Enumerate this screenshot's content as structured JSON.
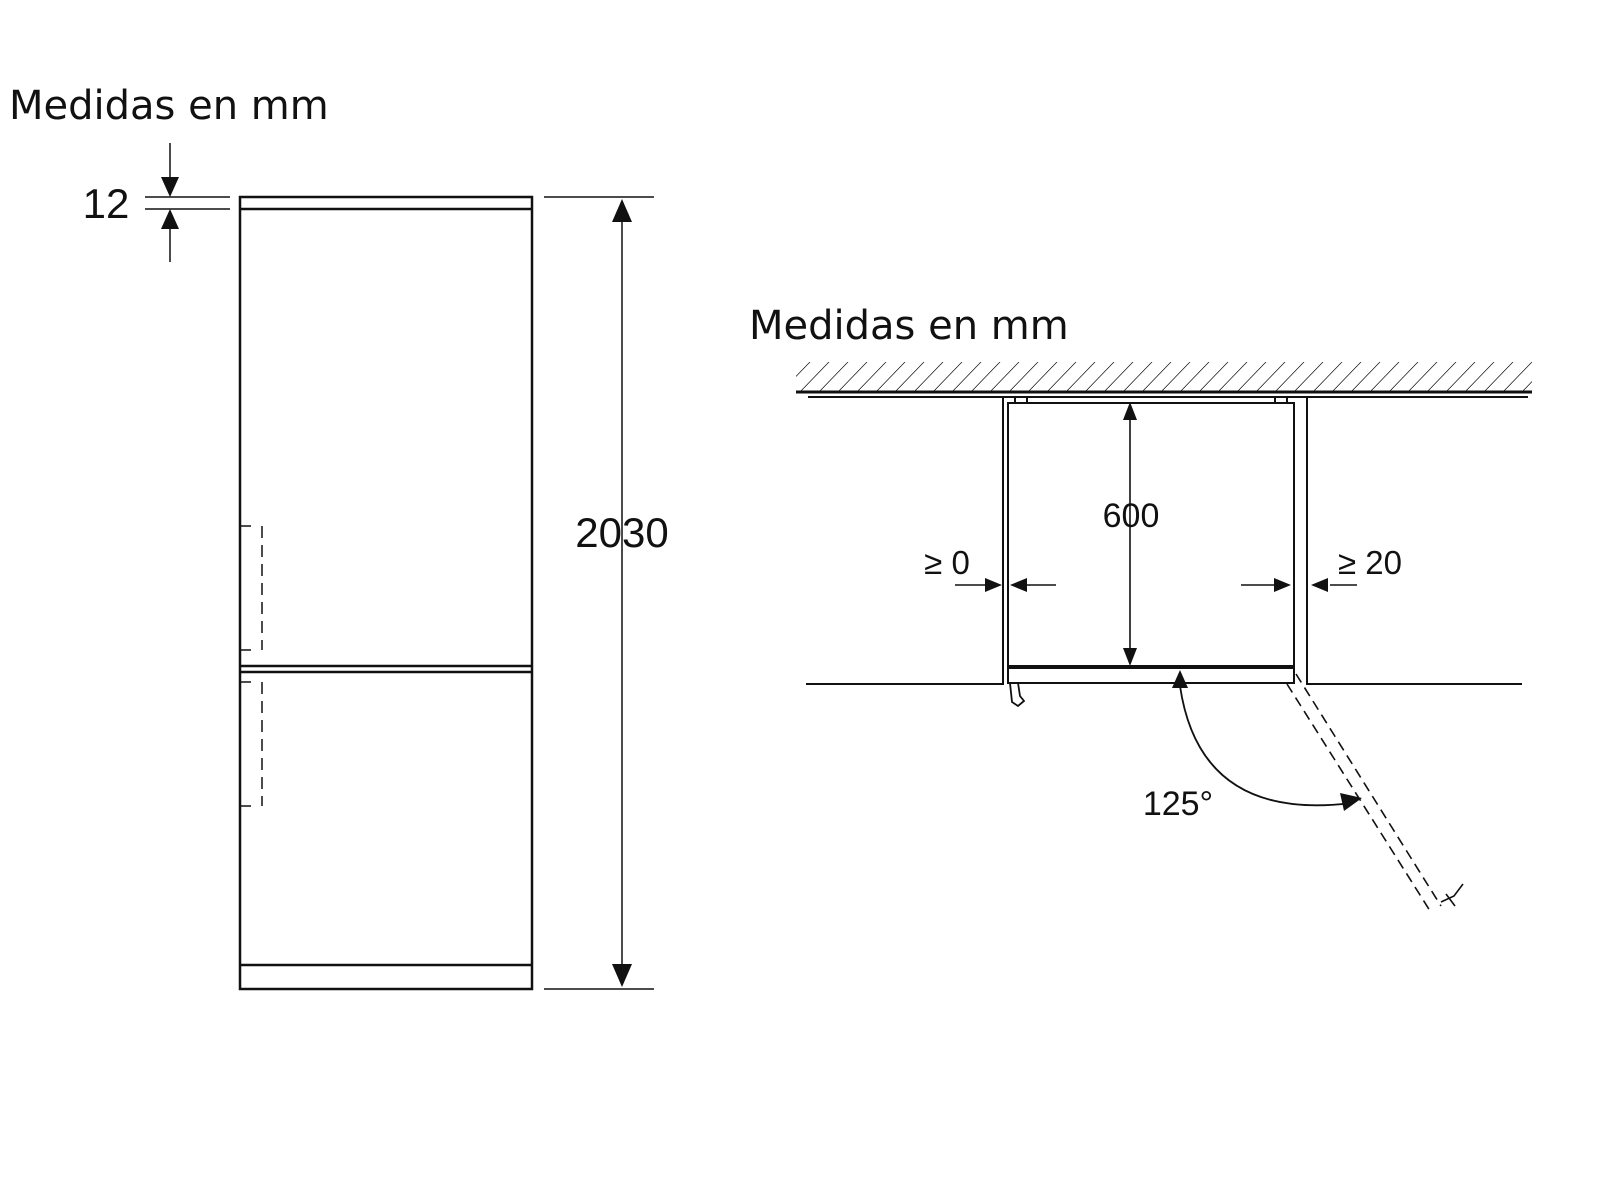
{
  "front_view": {
    "caption": "Medidas en mm",
    "top_gap_label": "12",
    "height_label": "2030"
  },
  "plan_view": {
    "caption": "Medidas en mm",
    "depth_label": "600",
    "left_clearance_label": "≥ 0",
    "right_clearance_label": "≥ 20",
    "door_angle_label": "125°"
  },
  "colors": {
    "line": "#111111",
    "background": "#ffffff"
  }
}
